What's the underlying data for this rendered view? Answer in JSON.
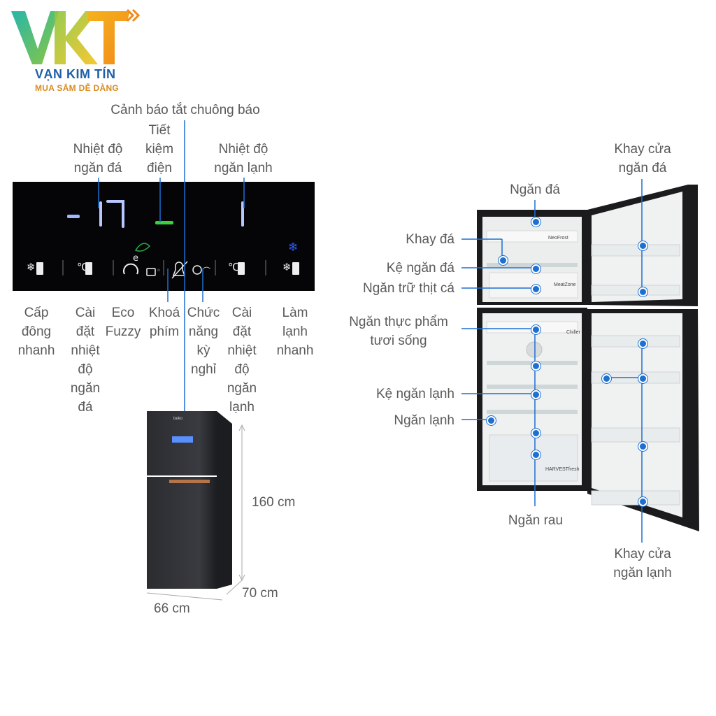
{
  "brand": {
    "name": "VẠN KIM TÍN",
    "tagline": "MUA SẮM DỄ DÀNG",
    "colors": {
      "teal": "#28b8a8",
      "orange": "#f39a1e",
      "blue": "#1f5fa8",
      "lime": "#8cc63f"
    }
  },
  "panel": {
    "display_freezer": "-17",
    "display_fridge": "1",
    "top_labels": {
      "bell_warning": "Cảnh báo tắt chuông báo",
      "eco_saving": "Tiết\nkiệm\nđiện",
      "freezer_temp": "Nhiệt độ\nngăn đá",
      "fridge_temp": "Nhiệt độ\nngăn lạnh"
    },
    "bottom_labels": {
      "quick_freeze": "Cấp\nđông\nnhanh",
      "set_freezer": "Cài\nđặt\nnhiệt\nđộ\nngăn\nđá",
      "eco_fuzzy": "Eco\nFuzzy",
      "key_lock": "Khoá\nphím",
      "holiday": "Chức\nnăng\nkỳ\nnghỉ",
      "set_fridge": "Cài\nđặt\nnhiệt\nđộ\nngăn\nlạnh",
      "quick_cool": "Làm\nlạnh\nnhanh"
    },
    "icons": [
      "quick-freeze-icon",
      "set-freezer-temp-icon",
      "eco-fuzzy-icon",
      "key-lock-icon",
      "bell-mute-icon",
      "holiday-icon",
      "set-fridge-temp-icon",
      "quick-cool-icon"
    ],
    "led_color": "#9fb8ff",
    "eco_led_color": "#38d23a"
  },
  "dimensions": {
    "height": "160 cm",
    "depth": "70 cm",
    "width": "66 cm"
  },
  "interior": {
    "left_labels": {
      "ice_tray": "Khay đá",
      "freezer_shelf": "Kệ ngăn đá",
      "meat_compartment": "Ngăn trữ thịt cá",
      "fresh_food": "Ngăn thực phẩm\ntươi sống",
      "fridge_shelf": "Kệ ngăn lạnh",
      "fridge_compartment": "Ngăn lạnh"
    },
    "freezer_label": "Ngăn đá",
    "freezer_door_tray": "Khay cửa\nngăn đá",
    "fridge_door_tray": "Khay cửa\nngăn lạnh",
    "vegetable_drawer": "Ngăn rau",
    "printed_marks": {
      "neofrost": "NeoFrost",
      "meatzone": "MeatZone",
      "chiller": "Chiller",
      "harvestfresh": "HARVESTfresh",
      "beko": "beko"
    }
  }
}
